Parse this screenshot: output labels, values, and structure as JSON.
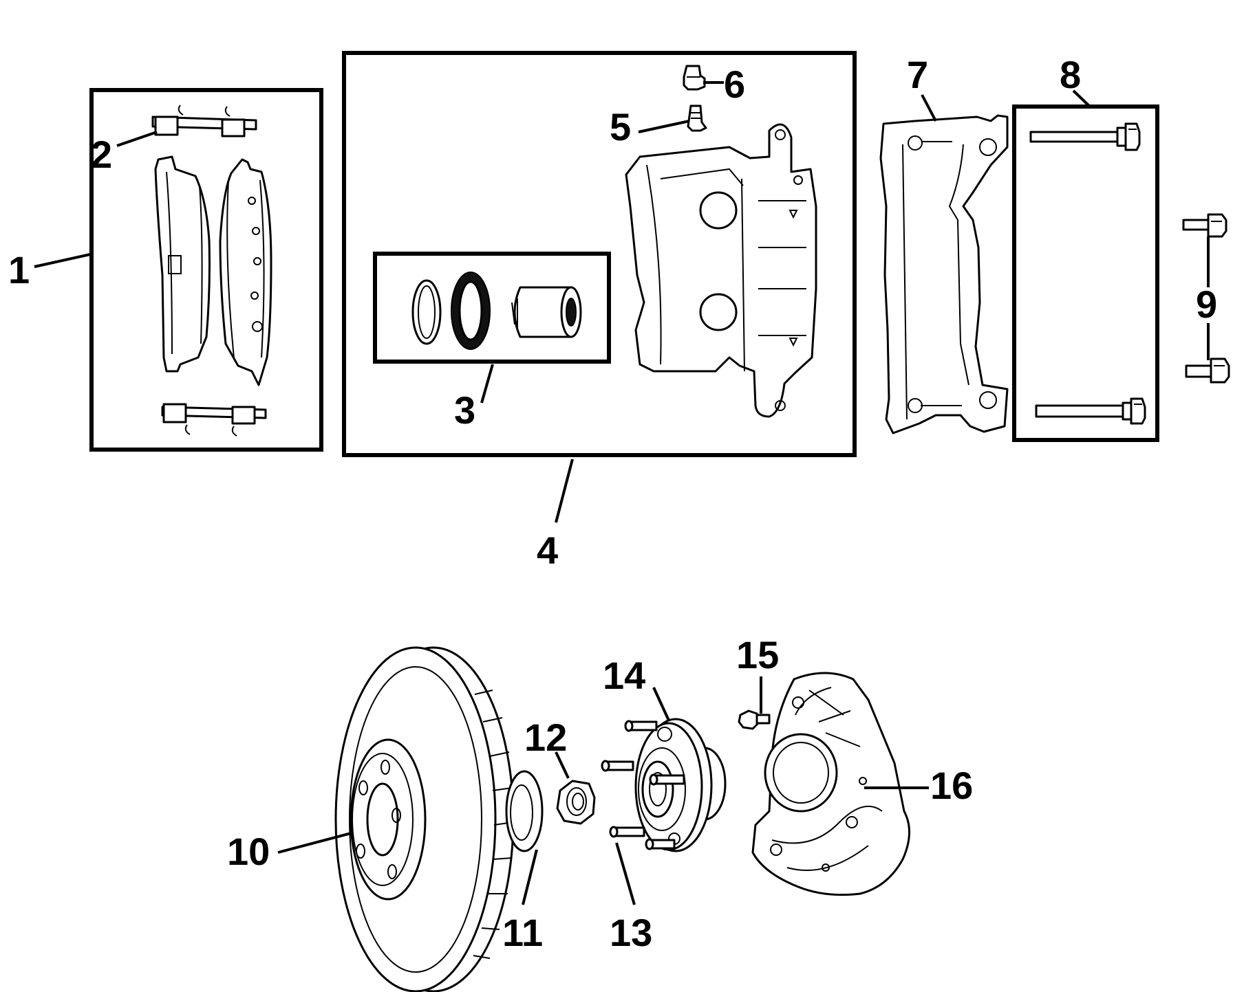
{
  "callouts": {
    "c1": "1",
    "c2": "2",
    "c3": "3",
    "c4": "4",
    "c5": "5",
    "c6": "6",
    "c7": "7",
    "c8": "8",
    "c9": "9",
    "c10": "10",
    "c11": "11",
    "c12": "12",
    "c13": "13",
    "c14": "14",
    "c15": "15",
    "c16": "16"
  },
  "colors": {
    "ink": "#000000",
    "background": "#ffffff"
  }
}
